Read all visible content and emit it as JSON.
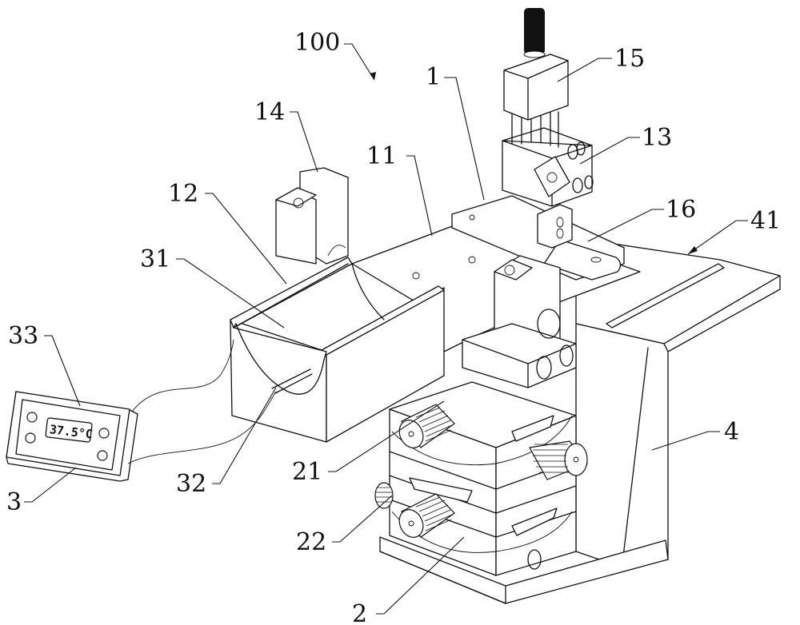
{
  "figure": {
    "type": "patent-isometric-drawing",
    "assembly_label": "100",
    "display_reading": "37.5°C"
  },
  "labels": {
    "l100": "100",
    "l1": "1",
    "l15": "15",
    "l14": "14",
    "l11": "11",
    "l13": "13",
    "l12": "12",
    "l16": "16",
    "l41": "41",
    "l31": "31",
    "l33": "33",
    "l4": "4",
    "l21": "21",
    "l32": "32",
    "l3": "3",
    "l22": "22",
    "l2": "2"
  },
  "parts": [
    {
      "ref": "100",
      "name": "device assembly"
    },
    {
      "ref": "1",
      "name": "clamping assembly"
    },
    {
      "ref": "11",
      "name": "base plate"
    },
    {
      "ref": "12",
      "name": "groove edge"
    },
    {
      "ref": "13",
      "name": "upper clamp block"
    },
    {
      "ref": "14",
      "name": "left clamp block"
    },
    {
      "ref": "15",
      "name": "top knob block"
    },
    {
      "ref": "16",
      "name": "mounting lug"
    },
    {
      "ref": "2",
      "name": "stacked adjustment unit"
    },
    {
      "ref": "21",
      "name": "upper knurled knob"
    },
    {
      "ref": "22",
      "name": "lower knurled knob"
    },
    {
      "ref": "3",
      "name": "temperature controller"
    },
    {
      "ref": "31",
      "name": "heating trough"
    },
    {
      "ref": "32",
      "name": "heating element"
    },
    {
      "ref": "33",
      "name": "display panel"
    },
    {
      "ref": "4",
      "name": "support bracket"
    },
    {
      "ref": "41",
      "name": "slot"
    }
  ]
}
